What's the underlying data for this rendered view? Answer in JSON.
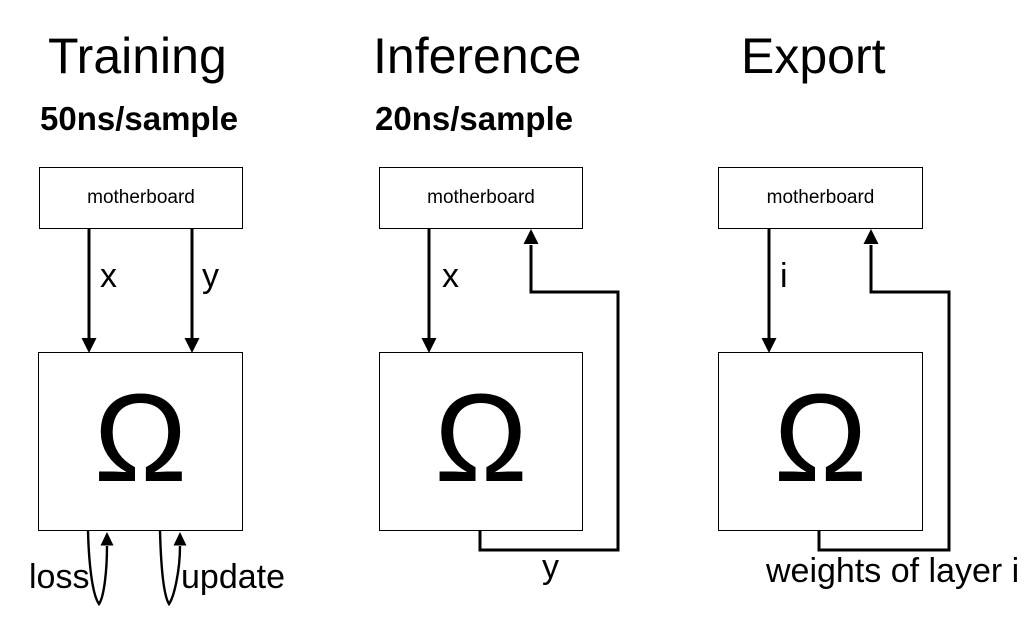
{
  "colors": {
    "background": "#ffffff",
    "ink": "#000000"
  },
  "panels": [
    {
      "title": "Training",
      "subtitle": "50ns/sample",
      "top_box_label": "motherboard",
      "core_box_label": "Ω",
      "labels": {
        "input_x": "x",
        "input_y": "y",
        "loop_loss": "loss",
        "loop_update": "update"
      }
    },
    {
      "title": "Inference",
      "subtitle": "20ns/sample",
      "top_box_label": "motherboard",
      "core_box_label": "Ω",
      "labels": {
        "input_x": "x",
        "output_y": "y"
      }
    },
    {
      "title": "Export",
      "top_box_label": "motherboard",
      "core_box_label": "Ω",
      "labels": {
        "input_i": "i",
        "output_weights": "weights of layer i"
      }
    }
  ]
}
